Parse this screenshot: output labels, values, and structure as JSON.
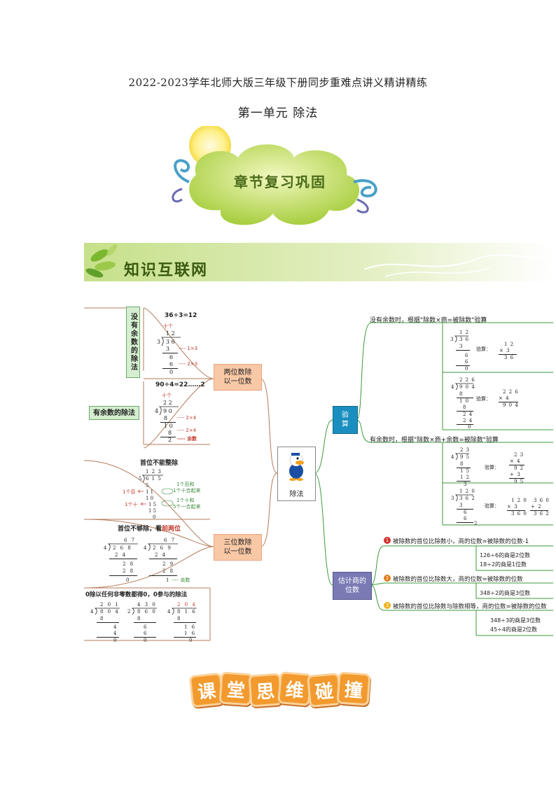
{
  "header": {
    "title": "2022-2023学年北师大版三年级下册同步重难点讲义精讲精练",
    "unit": "第一单元  除法"
  },
  "cloud": {
    "label": "章节复习巩固"
  },
  "banner": {
    "label": "知识互联网"
  },
  "mindmap": {
    "center": "除法",
    "left": {
      "two_digit": {
        "label": "两位数除以一位数",
        "no_remainder": {
          "label": "没有余数的除法",
          "equation": "36÷3=12",
          "place": "十个",
          "quotient": "1 2",
          "divisor": "3",
          "dividend": "3 6",
          "rows": [
            "3",
            "6",
            "6",
            "0"
          ],
          "note1": "1×3",
          "note2": "2×3"
        },
        "with_remainder": {
          "label": "有余数的除法",
          "equation": "90÷4=22……2",
          "place": "十个",
          "quotient": "2 2",
          "divisor": "4",
          "dividend": "9 0",
          "rows": [
            "8",
            "1 0",
            "8",
            "2"
          ],
          "note1": "2×4",
          "note2": "2×4",
          "note3": "余数"
        }
      },
      "three_digit": {
        "label": "三位数除以一位数",
        "first_not_divisible": {
          "title": "首位不能整除",
          "quotient": "1 2 3",
          "divisor": "5",
          "dividend": "6 1 5",
          "rows": [
            "5",
            "1 1",
            "1 0",
            "1 5",
            "1 5",
            "0"
          ],
          "note_hundred": "1个百",
          "note_ten": "1个十",
          "note_a1": "1个百和",
          "note_a2": "1个十合起来",
          "note_b1": "1个十和",
          "note_b2": "5个一合起来"
        },
        "first_insufficient": {
          "title_prefix": "首位不够除，看",
          "title_emph": "前两位",
          "ex1": {
            "quotient": "6 7",
            "divisor": "4",
            "dividend": "2 6 8",
            "rows": [
              "2 4",
              "2 8",
              "2 8",
              "0"
            ]
          },
          "ex2": {
            "quotient": "6 7",
            "divisor": "4",
            "dividend": "2 6 9",
            "rows": [
              "2 4",
              "2 9",
              "2 8",
              "1"
            ]
          },
          "note": "余数"
        },
        "zero_division": {
          "title": "0除以任何非零数都得0，0参与的除法",
          "ex1": {
            "quotient": "2 0 1",
            "divisor": "4",
            "dividend": "8 0 4",
            "rows": [
              "8",
              "4",
              "4",
              "0"
            ]
          },
          "ex2": {
            "quotient": "4 3 0",
            "divisor": "2",
            "dividend": "8 6 0",
            "rows": [
              "8",
              "6",
              "6",
              "0"
            ]
          },
          "ex3": {
            "quotient": "2 0 4",
            "divisor": "4",
            "dividend": "8 1 6",
            "rows": [
              "8",
              "1 6",
              "1 6",
              "0"
            ]
          }
        }
      }
    },
    "right": {
      "check": {
        "label": "验算",
        "no_remainder_rule": "没有余数时，根据\"除数×商=被除数\"验算",
        "remainder_rule": "有余数时，根据\"除数×商+余数=被除数\"验算",
        "check_label": "验算：",
        "ex1": {
          "quotient": "1 2",
          "divisor": "3",
          "dividend": "3 6",
          "rows": [
            "3",
            "6",
            "6",
            "0"
          ],
          "mul": [
            "1 2",
            "× 3",
            "3 6"
          ]
        },
        "ex2": {
          "quotient": "2 2 6",
          "divisor": "4",
          "dividend": "9 0 4",
          "rows": [
            "8",
            "1 0",
            "8",
            "2 4",
            "2 4",
            "0"
          ],
          "mul": [
            "2 2 6",
            "× 4",
            "9 0 4"
          ]
        },
        "ex3": {
          "quotient": "2 3",
          "divisor": "4",
          "dividend": "9 5",
          "rows": [
            "8",
            "1 5",
            "1 2",
            "3"
          ],
          "mul": [
            "2 3",
            "× 4",
            "9 2",
            "+ 3",
            "9 5"
          ]
        },
        "ex4": {
          "quotient": "1 2 0",
          "divisor": "3",
          "dividend": "3 6 2",
          "rows": [
            "3",
            "6",
            "6",
            "2"
          ],
          "mul1": [
            "1 2 0",
            "× 3",
            "3 6 0"
          ],
          "mul2": [
            "3 6 0",
            "+ 2",
            "3 6 2"
          ]
        }
      },
      "estimate": {
        "label": "估计商的位数",
        "rules": [
          {
            "num": "1",
            "text": "被除数的首位比除数小，商的位数=被除数的位数-1",
            "color": "#d0312d",
            "examples": [
              "126÷6的商是2位数",
              "18÷2的商是1位数"
            ]
          },
          {
            "num": "2",
            "text": "被除数的首位比除数大，商的位数=被除数的位数",
            "color": "#e07b1a",
            "examples": [
              "348÷2的商是3位数"
            ]
          },
          {
            "num": "3",
            "text": "被除数的首位比除数与除数相等，商的位数=被除数的位数",
            "color": "#f0b21a",
            "examples": [
              "348÷3的商是3位数",
              "45÷4的商是2位数"
            ]
          }
        ]
      }
    }
  },
  "footer": {
    "chars": [
      "课",
      "堂",
      "思",
      "维",
      "碰",
      "撞"
    ]
  },
  "colors": {
    "check_box": "#1a8fbf",
    "estimate_box": "#7a7bb5",
    "two_digit_box": "#f9c8a6",
    "line_green": "#3a9a3a"
  }
}
